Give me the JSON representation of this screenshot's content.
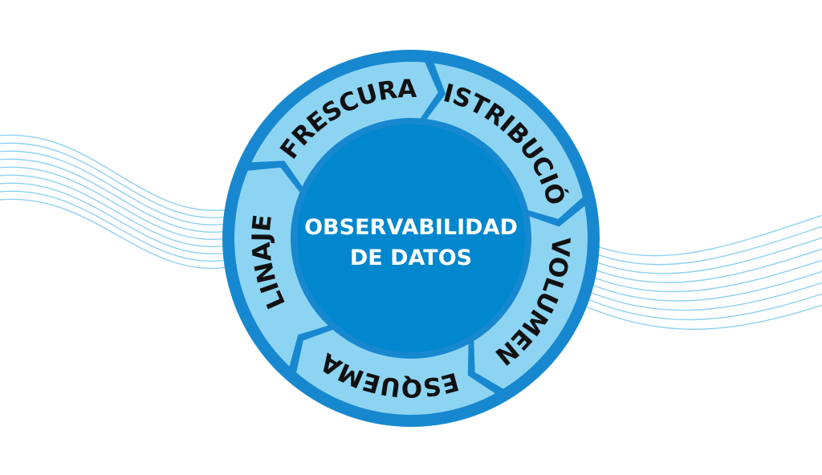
{
  "diagram": {
    "center": {
      "line1": "OBSERVABILIDAD",
      "line2": "DE DATOS"
    },
    "segments": [
      {
        "id": "distribucion",
        "label": "DISTRIBUCIÓN"
      },
      {
        "id": "volumen",
        "label": "VOLUMEN"
      },
      {
        "id": "esquema",
        "label": "ESQUEMA"
      },
      {
        "id": "linaje",
        "label": "LINAJE"
      },
      {
        "id": "frescura",
        "label": "FRESCURA"
      }
    ],
    "colors": {
      "ring_outer": "#1788CF",
      "segment_fill": "#8DD4F3",
      "center_fill": "#0087CE",
      "wave_lines": "#8FD0F0",
      "segment_text": "#111111",
      "center_text": "#FFFFFF"
    }
  }
}
